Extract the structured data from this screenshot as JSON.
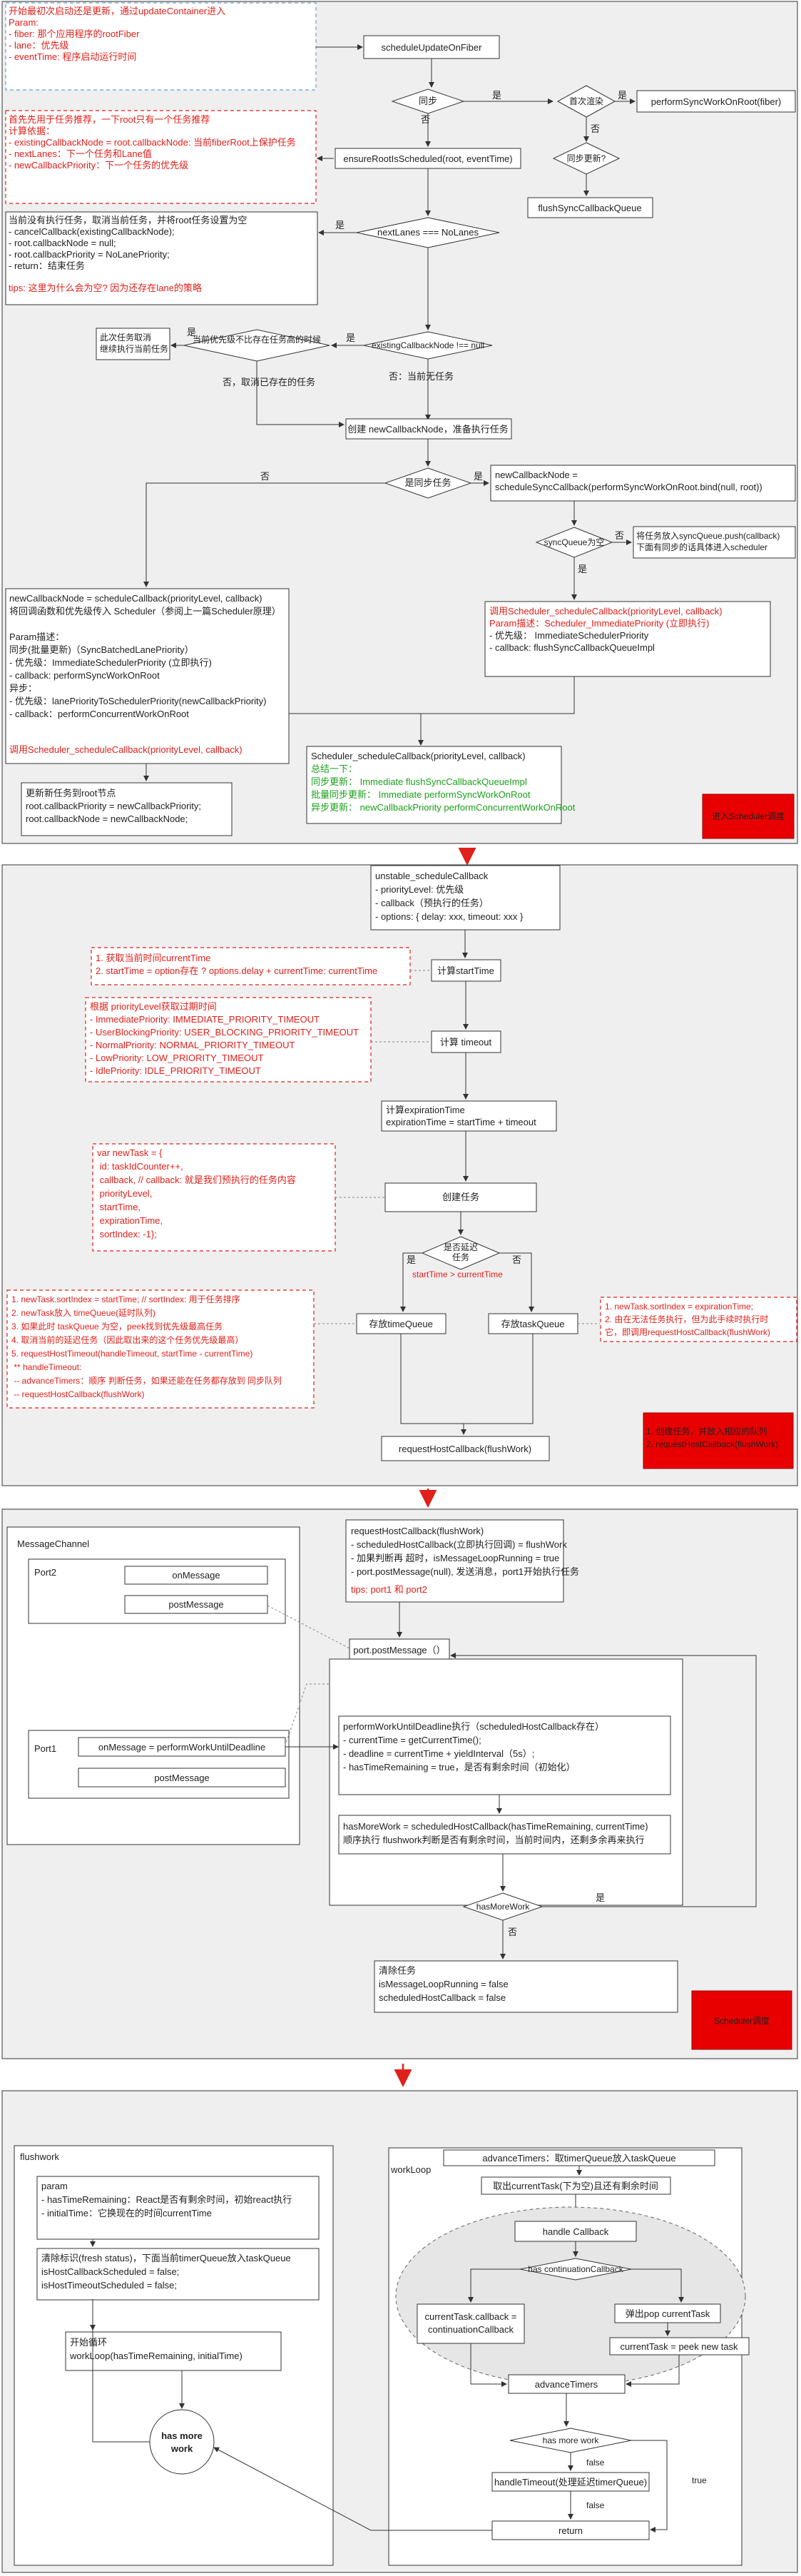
{
  "colors": {
    "accent_red": "#e0201a",
    "green": "#1aa11a",
    "panel": "#efefef",
    "dashed_blue": "#6aa0cf"
  },
  "s1": {
    "params_note": [
      "开始最初次启动还是更新，通过updateContainer进入",
      "Param:",
      "- fiber: 那个应用程序的rootFiber",
      "- lane：优先级",
      "- eventTime: 程序启动运行时间"
    ],
    "schedule_update": "scheduleUpdateOnFiber",
    "sync_q": "同步",
    "yes": "是",
    "no": "否",
    "first_render": "首次渲染",
    "perform_sync": "performSyncWorkOnRoot(fiber)",
    "ensure": "ensureRootIsScheduled(root, eventTime)",
    "sync_update": "同步更新?",
    "flush_sync": "flushSyncCallbackQueue",
    "ensure_note": [
      "首先先用于任务推荐，一下root只有一个任务推荐",
      "计算依据：",
      "- existingCallbackNode = root.callbackNode: 当前fiberRoot上保护任务",
      "- nextLanes：下一个任务和Lane值",
      "- newCallbackPriority：下一个任务的优先级"
    ],
    "no_lanes": "nextLanes === NoLanes",
    "cancel_note": [
      "当前没有执行任务，取消当前任务，并将root任务设置为空",
      "- cancelCallback(existingCallbackNode);",
      "- root.callbackNode = null;",
      "- root.callbackPriority = NoLanePriority;",
      "- return：结束任务"
    ],
    "cancel_tip": "tips: 这里为什么会为空? 因为还存在lane的策略",
    "has_node": "existingCallbackNode !== null",
    "reuse_q": "当前优先级不比存在任务高的时候",
    "reuse_note": [
      "此次任务取消",
      "继续执行当前任务"
    ],
    "cancel_existing": "否，取消已存在的任务",
    "no_exist_task": "否：当前无任务",
    "create_node": "创建 newCallbackNode，准备执行任务",
    "sync_task": "是同步任务",
    "sync_node": [
      "newCallbackNode =",
      "scheduleSyncCallback(performSyncWorkOnRoot.bind(null, root))"
    ],
    "sync_queue_q": "syncQueue为空",
    "push_note": [
      "将任务放入syncQueue.push(callback)",
      "下面有同步的话具体进入scheduler"
    ],
    "sched_red": [
      "调用Scheduler_scheduleCallback(priorityLevel, callback)",
      "Param描述：Scheduler_ImmediatePriority (立即执行)"
    ],
    "sched_black": [
      "- 优先级：  ImmediateSchedulerPriority",
      "- callback: flushSyncCallbackQueueImpl"
    ],
    "async_node": [
      "newCallbackNode = scheduleCallback(priorityLevel, callback)",
      "将回调函数和优先级传入 Scheduler（参阅上一篇Scheduler原理）",
      "",
      "Param描述：",
      "同步(批量更新)（SyncBatchedLanePriority）",
      "- 优先级：ImmediateSchedulerPriority (立即执行)",
      "- callback: performSyncWorkOnRoot",
      "异步：",
      "- 优先级：lanePriorityToSchedulerPriority(newCallbackPriority)",
      "- callback：performConcurrentWorkOnRoot"
    ],
    "async_call": "调用Scheduler_scheduleCallback(priorityLevel, callback)",
    "summary_title": "Scheduler_scheduleCallback(priorityLevel, callback)",
    "summary_sub": "总结一下：",
    "summary_lines": [
      "同步更新：  Immediate    flushSyncCallbackQueueImpl",
      "批量同步更新：  Immediate  performSyncWorkOnRoot",
      "异步更新：  newCallbackPriority  performConcurrentWorkOnRoot"
    ],
    "update_root": [
      "更新新任务到root节点",
      "root.callbackPriority = newCallbackPriority;",
      "root.callbackNode = newCallbackNode;"
    ],
    "badge": "进入Scheduler调度"
  },
  "s2": {
    "entry": [
      "unstable_scheduleCallback",
      "- priorityLevel: 优先级",
      "- callback（预执行的任务）",
      "- options: { delay: xxx, timeout: xxx }"
    ],
    "start_note": [
      "1. 获取当前时间currentTime",
      "2. startTime = option存在 ? options.delay + currentTime: currentTime"
    ],
    "calc_start": "计算startTime",
    "timeout_note": [
      "根据 priorityLevel获取过期时间",
      "- ImmediatePriority: IMMEDIATE_PRIORITY_TIMEOUT",
      "- UserBlockingPriority: USER_BLOCKING_PRIORITY_TIMEOUT",
      "- NormalPriority: NORMAL_PRIORITY_TIMEOUT",
      "- LowPriority: LOW_PRIORITY_TIMEOUT",
      "- IdlePriority: IDLE_PRIORITY_TIMEOUT"
    ],
    "calc_timeout": "计算 timeout",
    "calc_exp": [
      "计算expirationTime",
      "expirationTime = startTime + timeout"
    ],
    "new_task": [
      "var newTask = {",
      "    id: taskIdCounter++,",
      "    callback, // callback: 就是我们预执行的任务内容",
      "    priorityLevel,",
      "    startTime,",
      "    expirationTime,",
      "    sortIndex: -1};"
    ],
    "create_task": "创建任务",
    "delayed_q": [
      "是否延迟",
      "任务"
    ],
    "cond": "startTime > currentTime",
    "push_timer": "存放timeQueue",
    "push_task": "存放taskQueue",
    "timer_note": [
      "1. newTask.sortIndex = startTime; // sortIndex: 用于任务排序",
      "2. newTask放入 timeQueue(延时队列)",
      "3. 如果此时 taskQueue 为空，peek找到优先级最高任务",
      "4. 取消当前的延迟任务（因此取出来的这个任务优先级最高）",
      "5. requestHostTimeout(handleTimeout, startTime - currentTime)",
      "    ** handleTimeout:",
      "      -- advanceTimers：顺序 判断任务，如果还能在任务都存放到 同步队列",
      "      -- requestHostCallback(flushWork)"
    ],
    "task_note": [
      "1. newTask.sortIndex = expirationTime;",
      "2. 由在无法任务执行，但为此手续时执行时",
      "它，即调用requestHostCallback(flushWork)"
    ],
    "request": "requestHostCallback(flushWork)",
    "badge": [
      "1. 创建任务，并放入相应的队列",
      "2. requestHostCallback(flushWork)"
    ]
  },
  "s3": {
    "title": "MessageChannel",
    "port2": "Port2",
    "port1": "Port1",
    "on_message": "onMessage",
    "post_message": "postMessage",
    "on_message_1": "onMessage = performWorkUntilDeadline",
    "post_message_1": "postMessage",
    "req_note": [
      "requestHostCallback(flushWork)",
      "- scheduledHostCallback(立即执行回调) = flushWork",
      "- 加果判断再 超时，isMessageLoopRunning = true",
      "- port.postMessage(null), 发送消息，port1开始执行任务"
    ],
    "req_tip": "tips: port1 和 port2",
    "post": "port.postMessage（）",
    "perform": [
      "performWorkUntilDeadline执行（scheduledHostCallback存在）",
      "- currentTime = getCurrentTime();",
      "- deadline = currentTime + yieldInterval（5s）;",
      "- hasTimeRemaining = true，是否有剩余时间（初始化）"
    ],
    "has_more": [
      "hasMoreWork = scheduledHostCallback(hasTimeRemaining, currentTime)",
      "顺序执行 flushwork判断是否有剩余时间，当前时间内，还剩多余再来执行"
    ],
    "has_more_q": "hasMoreWork",
    "yes": "是",
    "no": "否",
    "clear": [
      "清除任务",
      "isMessageLoopRunning = false",
      "scheduledHostCallback = false"
    ],
    "badge": "Scheduler调度"
  },
  "s4": {
    "flush_title": "flushwork",
    "param": [
      "param",
      "- hasTimeRemaining：React是否有剩余时间，初始react执行",
      "- initialTime：它换现在的时间currentTime"
    ],
    "clear": [
      "清除标识(fresh status)，下面当前timerQueue放入taskQueue",
      "isHostCallbackScheduled = false;",
      "isHostTimeoutScheduled = false;"
    ],
    "loop": [
      "开始循环",
      "workLoop(hasTimeRemaining, initialTime)"
    ],
    "has_more": [
      "has more",
      "work"
    ],
    "advance_top": "advanceTimers：取timerQueue放入taskQueue",
    "workloop": "workLoop",
    "take": "取出currentTask(下为空)且还有剩余时间",
    "handle": "handle Callback",
    "cont_q": "has continuationCallback",
    "left_box": [
      "currentTask.callback =",
      "continuationCallback"
    ],
    "right_box": "弹出pop currentTask",
    "peek": "currentTask = peek new task",
    "adv": "advanceTimers",
    "more_q": "has more work",
    "false": "false",
    "true": "true",
    "timeout": "handleTimeout(处理延迟timerQueue)",
    "ret": "return"
  }
}
